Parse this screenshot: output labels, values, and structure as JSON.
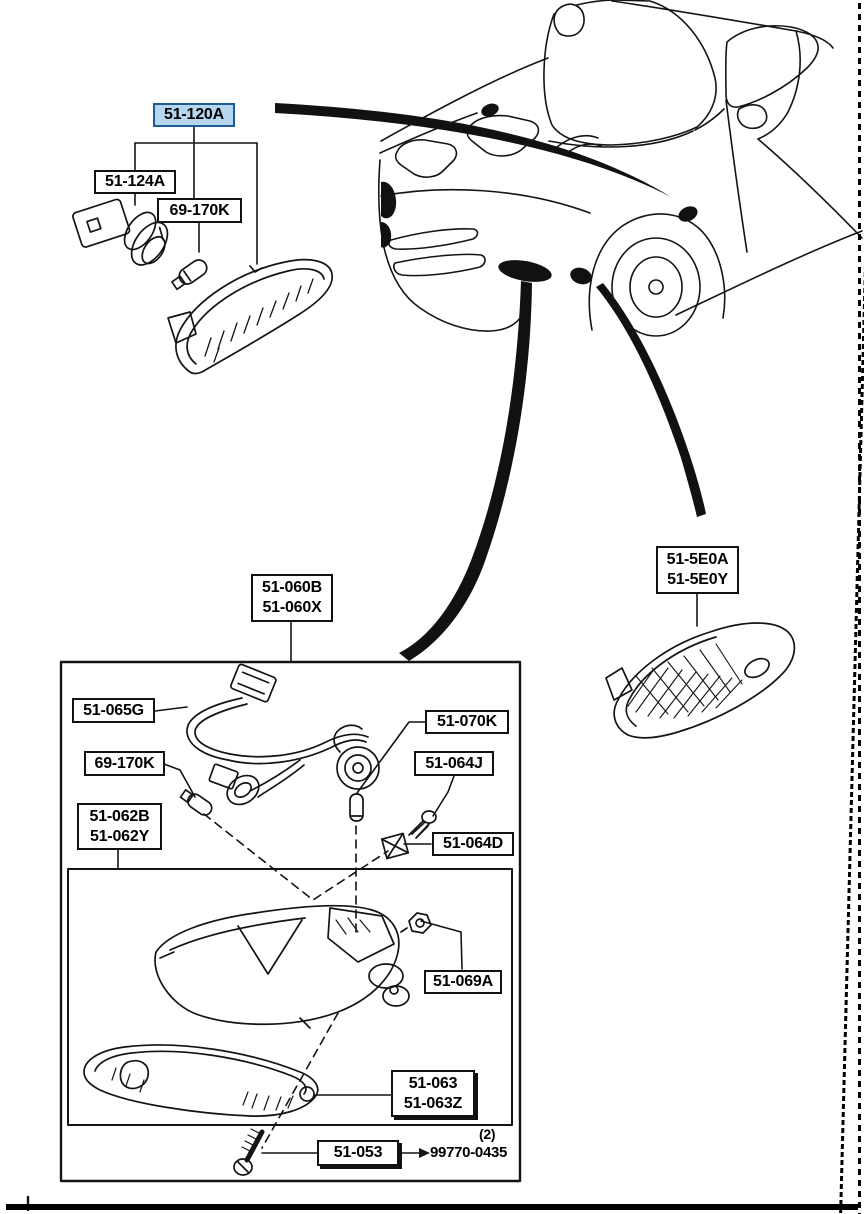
{
  "colors": {
    "highlight_fill": "#b5d6ee",
    "highlight_border": "#1c5a94",
    "line": "#141414"
  },
  "labels": {
    "front_lamp": "51-120A",
    "socket": "51-124A",
    "bulb_top": "69-170K",
    "side_marker_line1": "51-5E0A",
    "side_marker_line2": "51-5E0Y",
    "assembly_line1": "51-060B",
    "assembly_line2": "51-060X",
    "harness": "51-065G",
    "bulb_lower": "69-170K",
    "housing_line1": "51-062B",
    "housing_line2": "51-062Y",
    "bulb_small": "51-070K",
    "screw_washer": "51-064J",
    "clip": "51-064D",
    "nut": "51-069A",
    "lens_line1": "51-063",
    "lens_line2": "51-063Z",
    "lens_screw": "51-053",
    "ref_part_number": "99770-0435",
    "ref_part_qty": "(2)"
  }
}
